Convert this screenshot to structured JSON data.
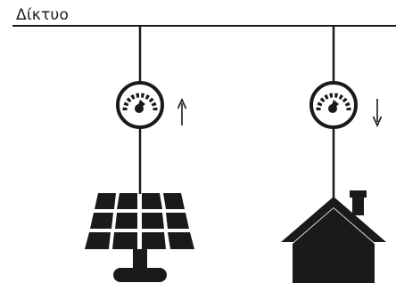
{
  "grid": {
    "label": "Δίκτυο"
  },
  "colors": {
    "stroke": "#1a1a1a",
    "fill": "#1a1a1a",
    "background": "#ffffff"
  },
  "meters": [
    {
      "id": "export-meter",
      "arrow": "up",
      "connected_to": "solar-panel"
    },
    {
      "id": "import-meter",
      "arrow": "down",
      "connected_to": "house"
    }
  ],
  "icons": [
    "solar-panel-icon",
    "house-icon",
    "meter-icon",
    "up-arrow-icon",
    "down-arrow-icon"
  ]
}
